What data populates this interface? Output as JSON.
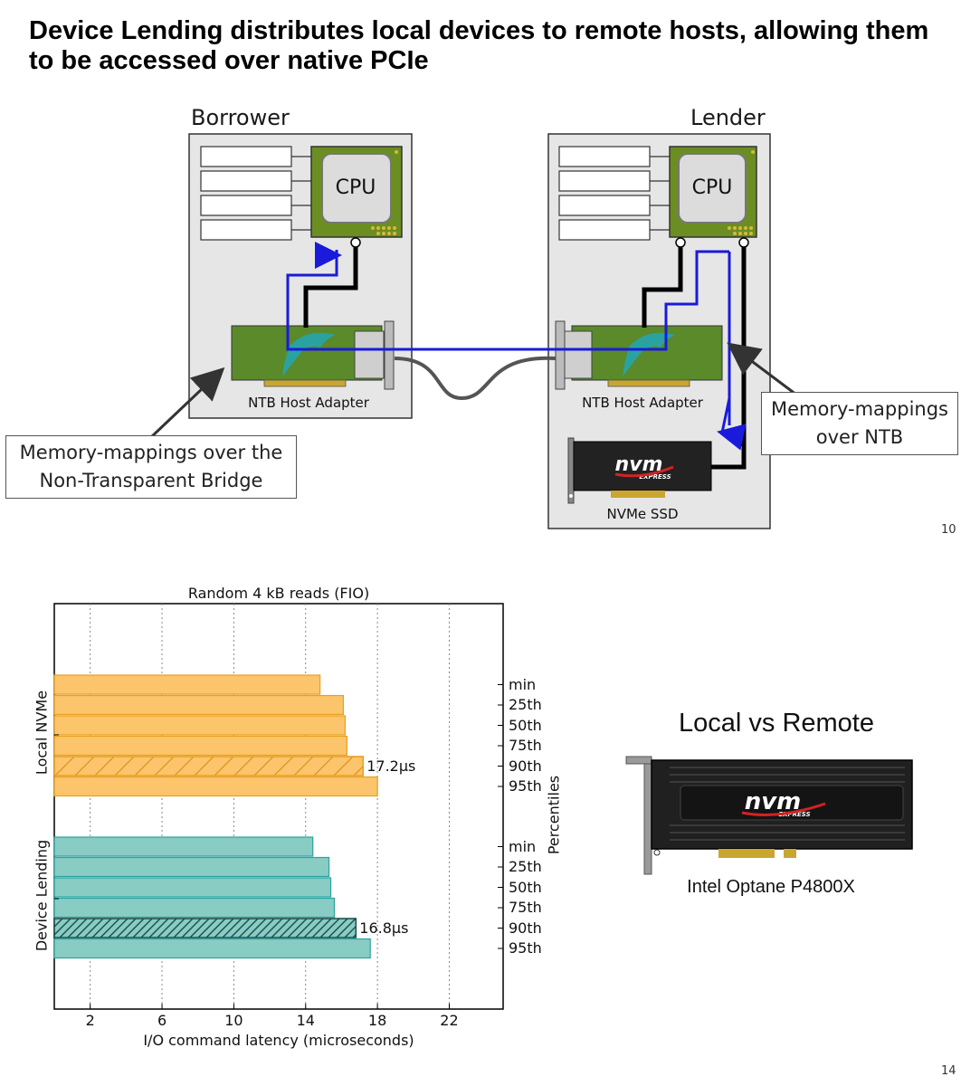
{
  "headline": "Device Lending distributes local devices to remote hosts, allowing them to be accessed over native PCIe",
  "diagram": {
    "borrower_title": "Borrower",
    "lender_title": "Lender",
    "cpu_label": "CPU",
    "adapter_label": "NTB Host Adapter",
    "ssd_label": "NVMe SSD",
    "nvme_logo_text": "nvm",
    "nvme_logo_sub": "EXPRESS",
    "callout_left_line1": "Memory-mappings over the",
    "callout_left_line2": "Non-Transparent Bridge",
    "callout_right_line1": "Memory-mappings",
    "callout_right_line2": "over NTB",
    "page_number": "10",
    "colors": {
      "path": "#1a1adb",
      "board": "#5a8a2a",
      "chassis": "#e6e6e6",
      "cpu": "#6b8e23"
    }
  },
  "chart_data": {
    "type": "bar",
    "orientation": "horizontal",
    "title": "Random 4 kB reads (FIO)",
    "xlabel": "I/O command latency (microseconds)",
    "ylabel_right": "Percentiles",
    "xlim": [
      0,
      25
    ],
    "xticks": [
      2,
      6,
      10,
      14,
      18,
      22
    ],
    "grid": "vertical dotted",
    "categories": [
      "min",
      "25th",
      "50th",
      "75th",
      "90th",
      "95th"
    ],
    "series": [
      {
        "name": "Local NVMe",
        "color": "#fcc46b",
        "edge": "#e8a020",
        "values": [
          14.8,
          16.1,
          16.2,
          16.3,
          17.2,
          18.0
        ],
        "highlight_index": 4,
        "annotation": "17.2μs"
      },
      {
        "name": "Device Lending",
        "color": "#88ccc4",
        "edge": "#2aa3a0",
        "values": [
          14.4,
          15.3,
          15.4,
          15.6,
          16.8,
          17.6
        ],
        "highlight_index": 4,
        "annotation": "16.8μs"
      }
    ]
  },
  "right_panel": {
    "title": "Local vs Remote",
    "caption": "Intel Optane P4800X",
    "logo_text": "nvm",
    "logo_sub": "EXPRESS"
  },
  "page_number_bottom": "14"
}
